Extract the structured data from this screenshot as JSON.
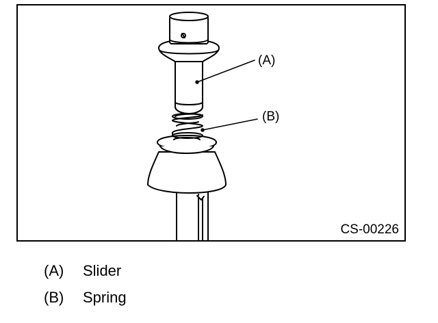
{
  "figure": {
    "code": "CS-00226",
    "callouts": [
      {
        "label": "(A)"
      },
      {
        "label": "(B)"
      }
    ]
  },
  "legend": [
    {
      "key": "(A)",
      "text": "Slider"
    },
    {
      "key": "(B)",
      "text": "Spring"
    }
  ],
  "colors": {
    "line": "#000000",
    "fill": "#ffffff"
  }
}
